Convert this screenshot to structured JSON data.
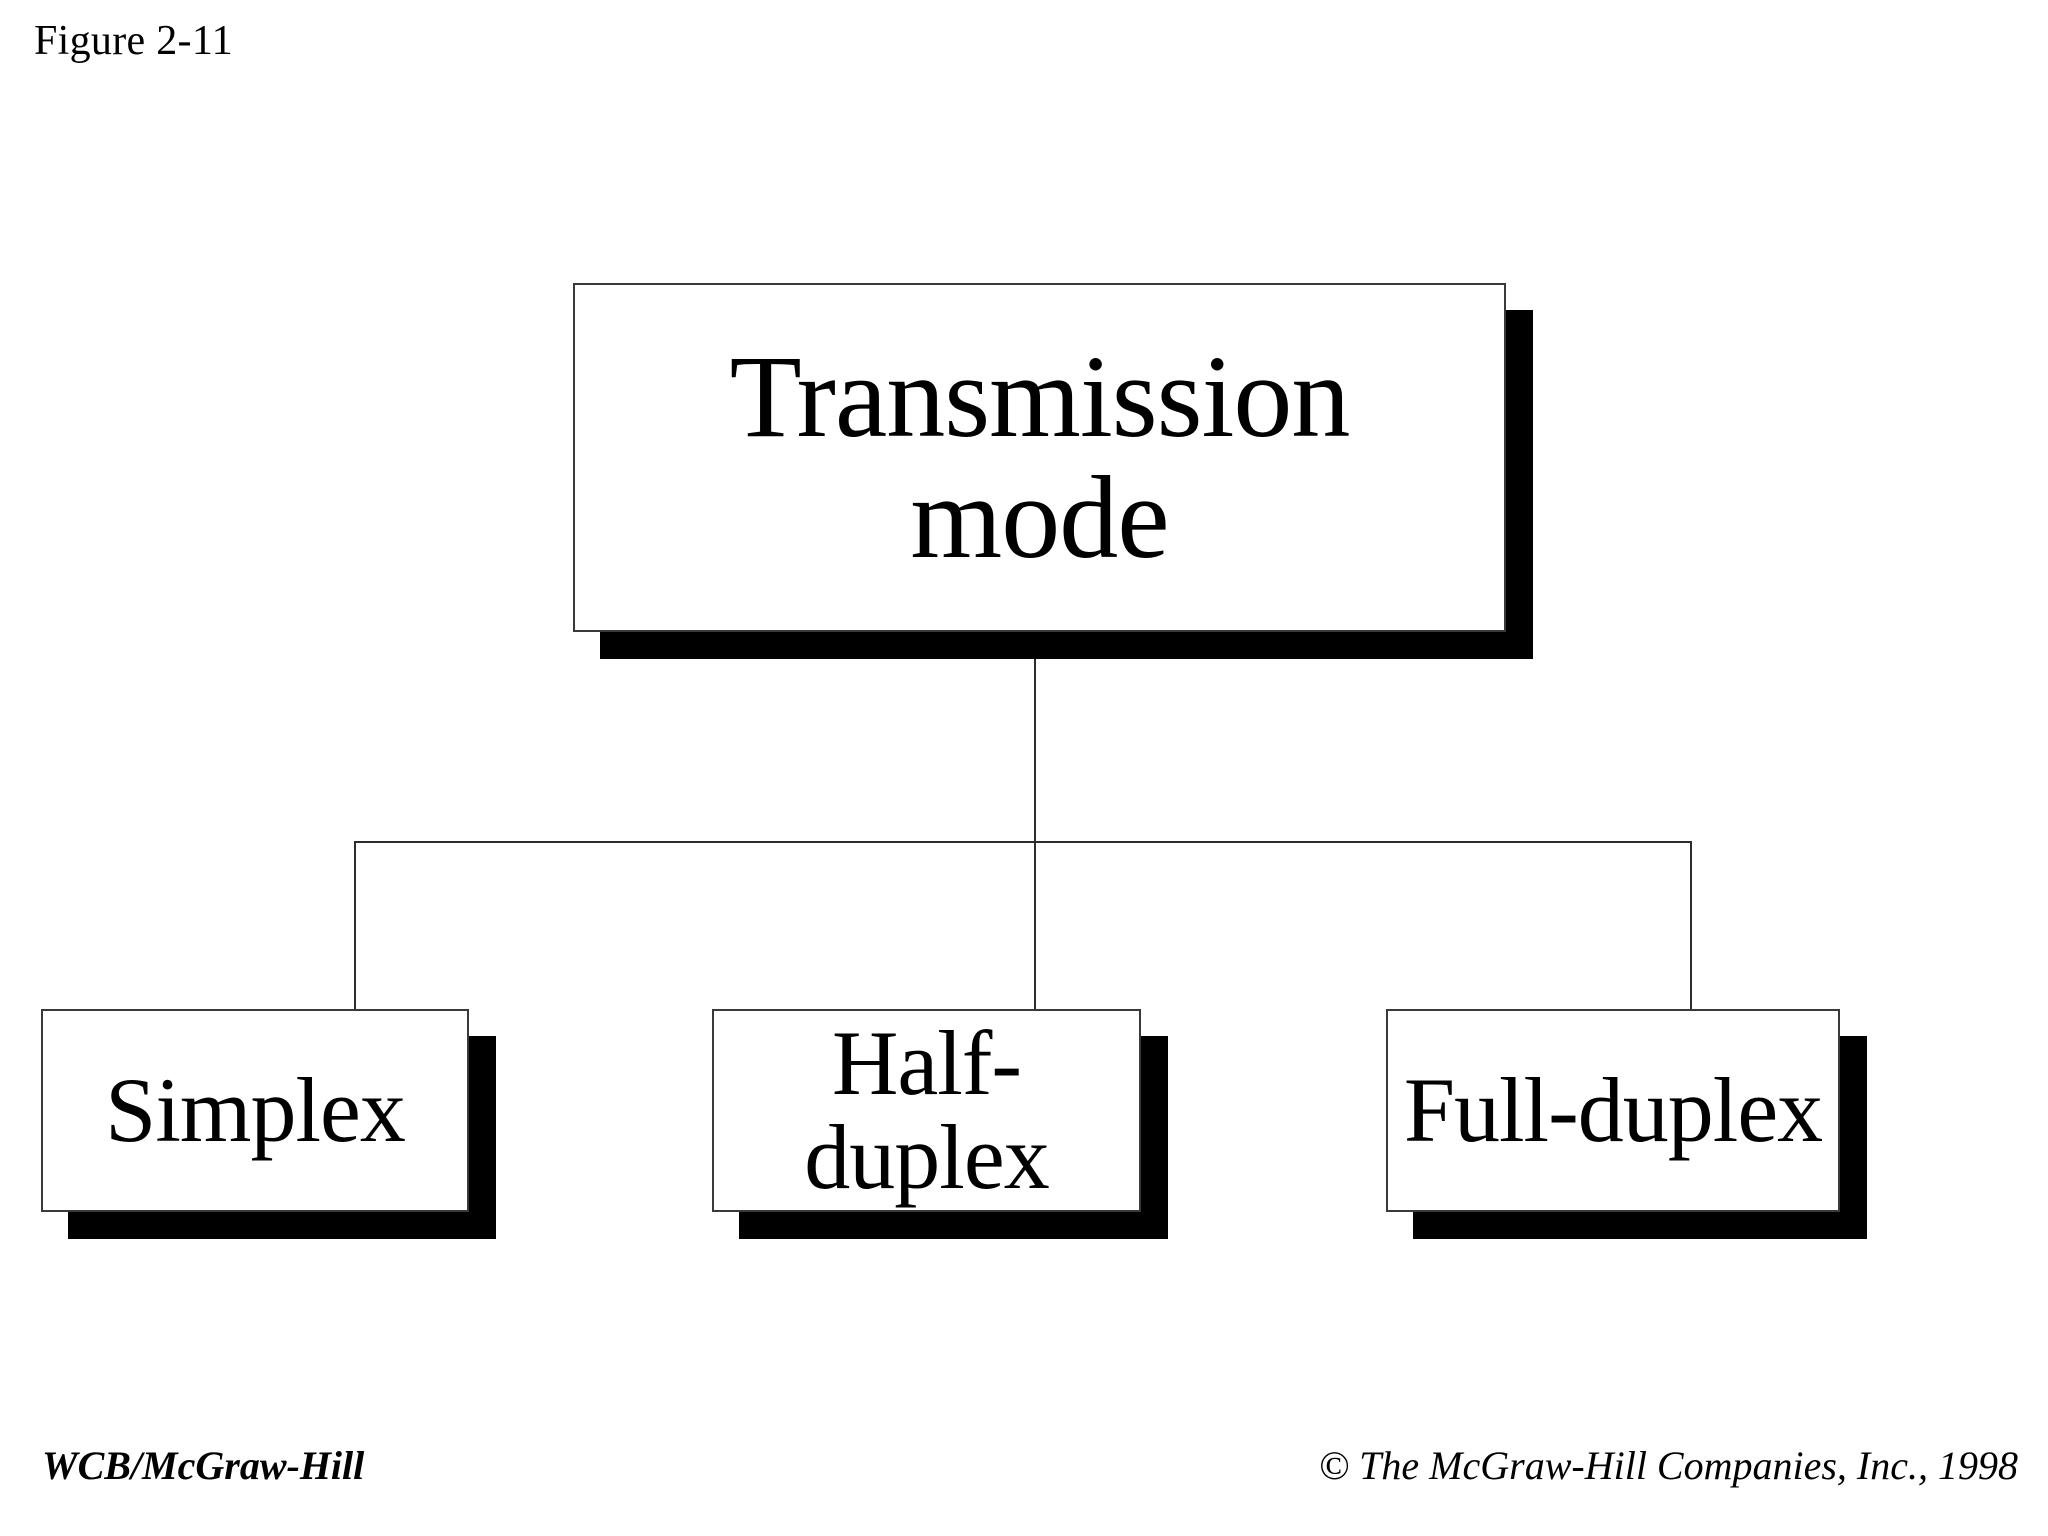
{
  "figure": {
    "label": "Figure 2-11",
    "background_color": "#ffffff",
    "ink_color": "#000000",
    "border_color": "#3a3a3a",
    "shadow_color": "#000000"
  },
  "diagram": {
    "type": "hierarchy-tree",
    "root": {
      "id": "transmission-mode",
      "label": "Transmission\nmode"
    },
    "children": [
      {
        "id": "simplex",
        "label": "Simplex"
      },
      {
        "id": "half-duplex",
        "label": "Half-duplex"
      },
      {
        "id": "full-duplex",
        "label": "Full-duplex"
      }
    ]
  },
  "footer": {
    "publisher": "WCB/McGraw-Hill",
    "copyright": "© The McGraw-Hill Companies, Inc., 1998"
  }
}
